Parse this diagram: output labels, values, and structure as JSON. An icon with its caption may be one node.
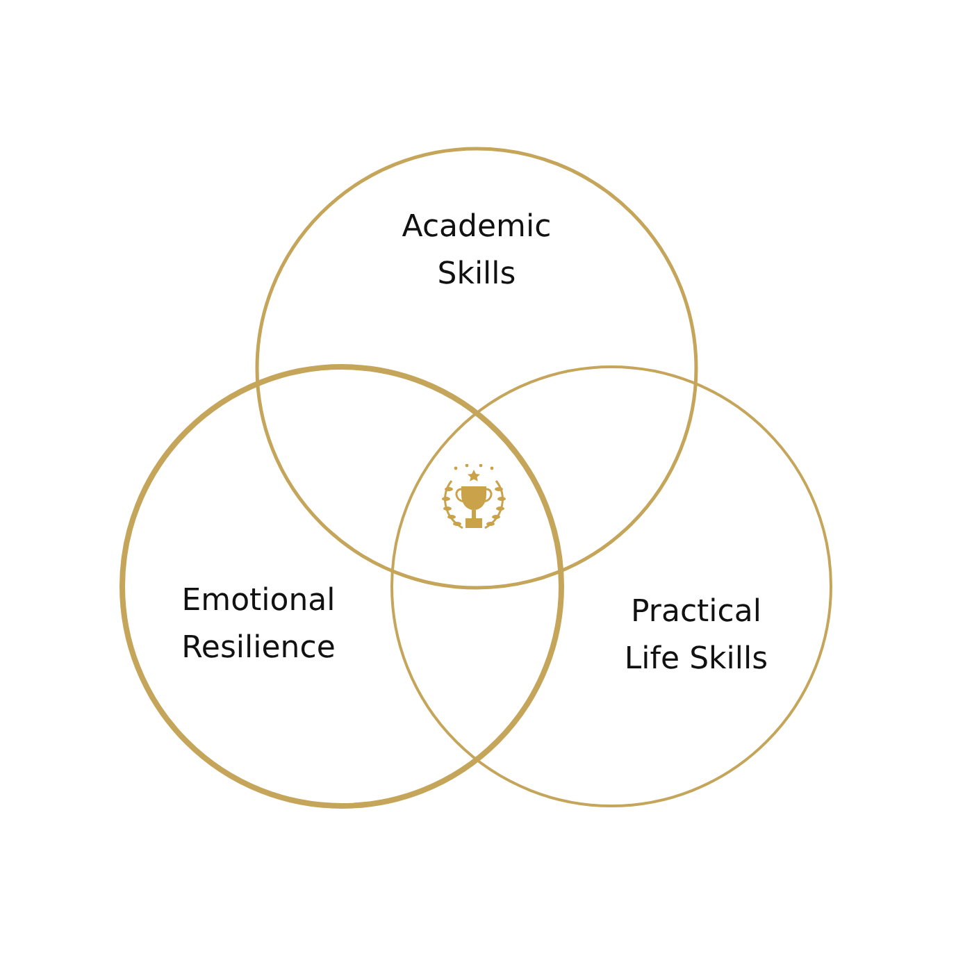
{
  "diagram": {
    "nodes": [
      {
        "text": [
          "Academic Skills"
        ]
      },
      {
        "text": [
          "Emotional Resilience"
        ]
      },
      {
        "text": [
          "Practical Life Skills"
        ]
      }
    ]
  }
}
